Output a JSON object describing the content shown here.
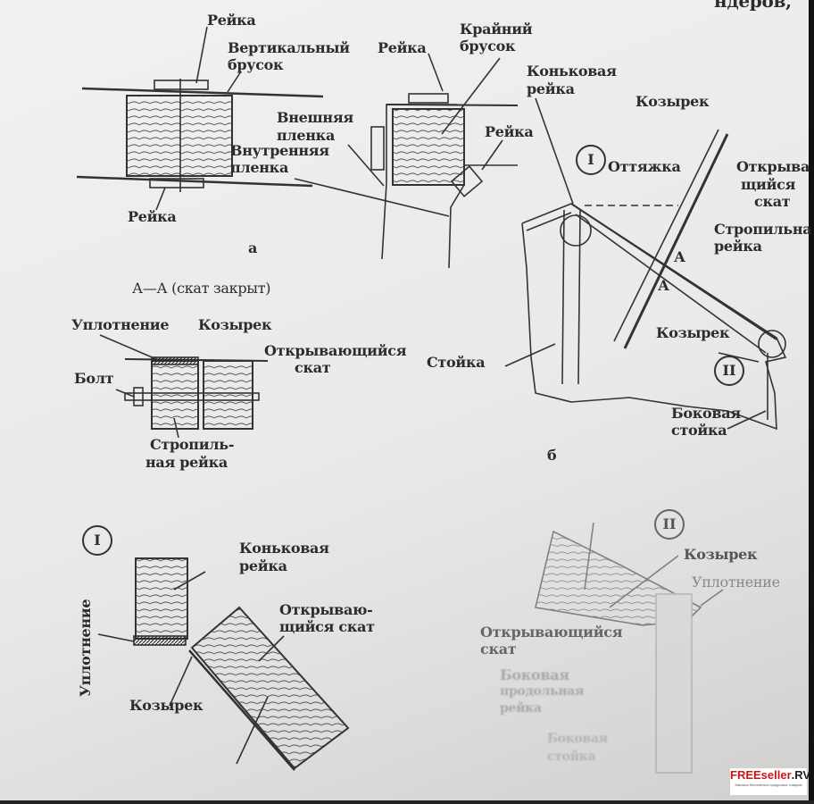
{
  "header_fragment": "ндеров,",
  "fig_a": {
    "left": {
      "rail_top": "Рейка",
      "vertical_bar": [
        "Вертикальный",
        "брусок"
      ],
      "outer_film": [
        "Внешняя",
        "пленка"
      ],
      "inner_film": [
        "Внутренняя",
        "пленка"
      ],
      "rail_bottom": "Рейка"
    },
    "right": {
      "rail_top": "Рейка",
      "edge_bar": [
        "Крайний",
        "брусок"
      ],
      "rail_side": "Рейка"
    },
    "caption": "а"
  },
  "section_aa": {
    "title": "А—А (скат закрыт)",
    "seal": "Уплотнение",
    "visor": "Козырек",
    "opening_slope": [
      "Открывающийся",
      "скат"
    ],
    "bolt": "Болт",
    "rafter_rail": [
      "Стропиль-",
      "ная рейка"
    ]
  },
  "fig_b": {
    "ridge_rail": [
      "Коньковая",
      "рейка"
    ],
    "visor_top": "Козырек",
    "guy": "Оттяжка",
    "opening_slope": [
      "Открыва",
      "щийся",
      "скат"
    ],
    "rafter_rail": [
      "Стропильна",
      "рейка"
    ],
    "section_mark": "А",
    "visor_bottom": "Козырек",
    "post": "Стойка",
    "side_post": [
      "Боковая",
      "стойка"
    ],
    "node_1": "I",
    "node_2": "II",
    "caption": "б"
  },
  "detail_1": {
    "node": "I",
    "ridge_rail": [
      "Коньковая",
      "рейка"
    ],
    "opening_slope": [
      "Открываю-",
      "щийся скат"
    ],
    "seal": "Уплотнение",
    "visor": "Козырек"
  },
  "detail_2": {
    "node": "II",
    "visor": "Козырек",
    "seal": "Уплотнение",
    "opening_slope": [
      "Открывающийся",
      "скат"
    ],
    "side_rail": [
      "Боковая",
      "продольная",
      "рейка"
    ],
    "side_post": [
      "Боковая",
      "стойка"
    ]
  },
  "watermark": {
    "brand": "FREEseller",
    "suffix": ".RV",
    "tagline": "Магазин бесплатных цифровых товаров"
  }
}
